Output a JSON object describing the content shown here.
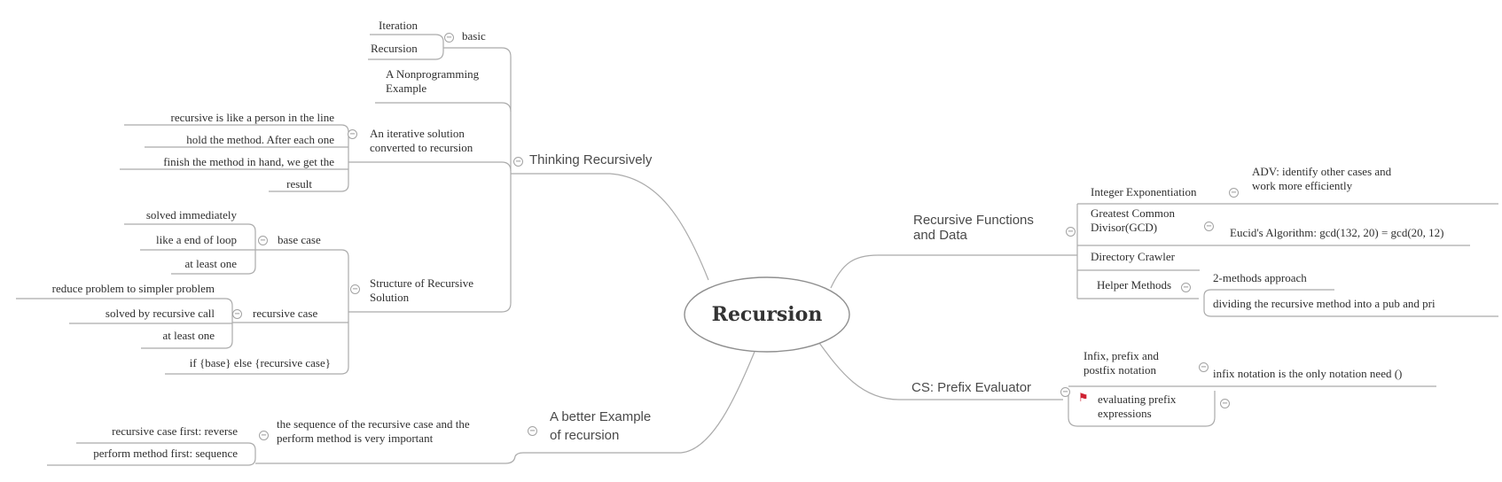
{
  "icons": {
    "collapse_glyph": "−",
    "flag_glyph": "⚑"
  },
  "central": {
    "label": "Recursion"
  },
  "left": {
    "thinking": {
      "label": "Thinking Recursively",
      "basic": {
        "label": "basic",
        "children": [
          "Iteration",
          "Recursion"
        ]
      },
      "nonprogramming": {
        "line1": "A Nonprogramming",
        "line2": "Example"
      },
      "iterative": {
        "line1": "An iterative solution",
        "line2": "converted to recursion",
        "children": [
          "recursive is like a person in the line",
          "hold the method. After each one",
          "finish the method in hand, we get the",
          "result"
        ]
      },
      "structure": {
        "line1": "Structure of Recursive",
        "line2": "Solution",
        "base_case": {
          "label": "base case",
          "children": [
            "solved immediately",
            "like a end of loop",
            "at least one"
          ]
        },
        "recursive_case": {
          "label": "recursive case",
          "children": [
            "reduce problem to simpler problem",
            "solved by recursive call",
            "at least one"
          ]
        },
        "if_else": "if {base} else {recursive case}"
      }
    },
    "better": {
      "line1": "A better Example",
      "line2": "of recursion",
      "sequence": {
        "line1": "the sequence of the recursive case and the",
        "line2": "perform method is very important",
        "children": [
          "recursive case first: reverse",
          "perform method first: sequence"
        ]
      }
    }
  },
  "right": {
    "functions": {
      "line1": "Recursive Functions",
      "line2": "and Data",
      "integer": {
        "label": "Integer Exponentiation",
        "adv_line1": "ADV: identify other cases and",
        "adv_line2": "work more efficiently"
      },
      "gcd": {
        "line1": "Greatest Common",
        "line2": "Divisor(GCD)",
        "child": "Eucid's Algorithm: gcd(132, 20) = gcd(20, 12)"
      },
      "directory": {
        "label": "Directory Crawler"
      },
      "helper": {
        "label": "Helper Methods",
        "children": [
          "2-methods approach",
          "dividing the recursive method into a pub and pri"
        ]
      }
    },
    "prefix": {
      "label": "CS: Prefix Evaluator",
      "notation": {
        "line1": "Infix, prefix and",
        "line2": "postfix notation",
        "child": "infix notation is the only notation need ()"
      },
      "evaluating": {
        "line1": "evaluating prefix",
        "line2": "expressions"
      }
    }
  }
}
